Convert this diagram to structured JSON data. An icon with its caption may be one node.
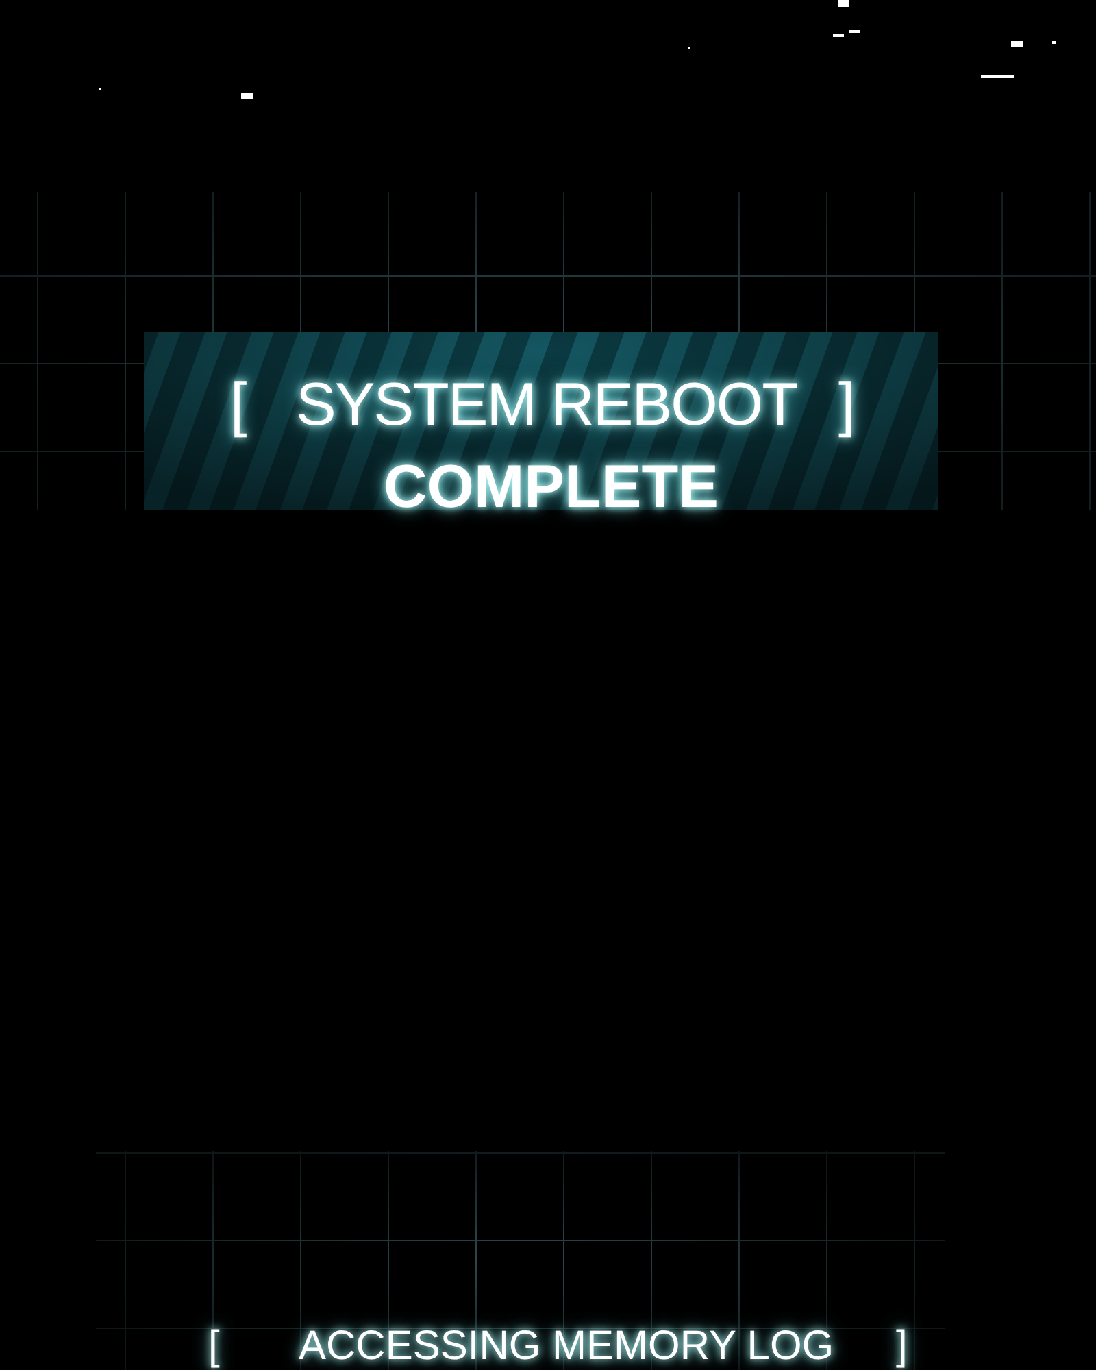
{
  "diagram": {
    "labels": [
      "[",
      "SYSTEM REBOOT",
      "]",
      "COMPLETE",
      "[",
      "ACCESSING MEMORY LOG",
      "]"
    ]
  }
}
